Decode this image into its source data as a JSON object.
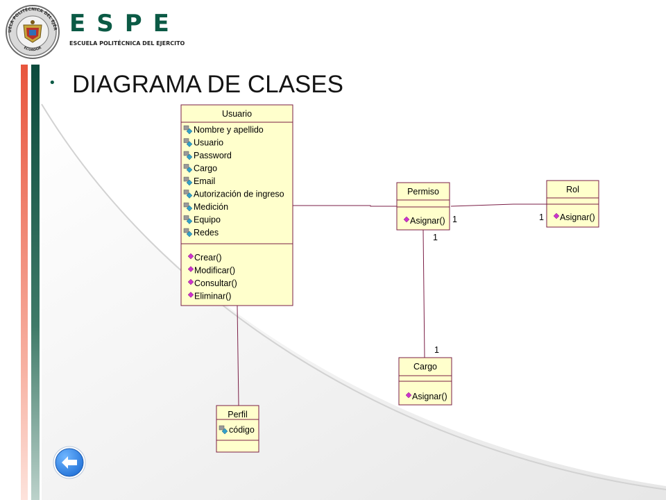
{
  "header": {
    "brand_letters": "ESPE",
    "brand_subtitle": "ESCUELA POLITÉCNICA DEL EJERCITO",
    "logo_ring_text": "ESCUELA POLITÉCNICA DEL EJÉRCITO",
    "logo_bottom_text": "ECUADOR"
  },
  "slide": {
    "bullet": "•",
    "title": "DIAGRAMA DE CLASES"
  },
  "diagram": {
    "classes": {
      "usuario": {
        "name": "Usuario",
        "attributes": [
          "Nombre y apellido",
          "Usuario",
          "Password",
          "Cargo",
          "Email",
          "Autorización de ingreso",
          "Medición",
          "Equipo",
          "Redes"
        ],
        "operations": [
          "Crear()",
          "Modificar()",
          "Consultar()",
          "Eliminar()"
        ]
      },
      "permiso": {
        "name": "Permiso",
        "attributes": [],
        "operations": [
          "Asignar()"
        ]
      },
      "rol": {
        "name": "Rol",
        "attributes": [],
        "operations": [
          "Asignar()"
        ]
      },
      "cargo": {
        "name": "Cargo",
        "attributes": [],
        "operations": [
          "Asignar()"
        ]
      },
      "perfil": {
        "name": "Perfil",
        "attributes": [
          "código"
        ],
        "operations": []
      }
    },
    "multiplicities": {
      "permiso_rol_at_permiso": "1",
      "permiso_rol_at_rol": "1",
      "permiso_cargo_at_permiso": "1",
      "permiso_cargo_at_cargo": "1"
    },
    "colors": {
      "class_fill": "#ffffcc",
      "class_border": "#7a1d45",
      "line": "#7a1d45",
      "operation_icon": "#cc33cc",
      "attribute_icon": "#33a0c8"
    }
  },
  "navigation": {
    "back_icon": "arrow-left-icon",
    "accent": "#1f6fd6"
  }
}
